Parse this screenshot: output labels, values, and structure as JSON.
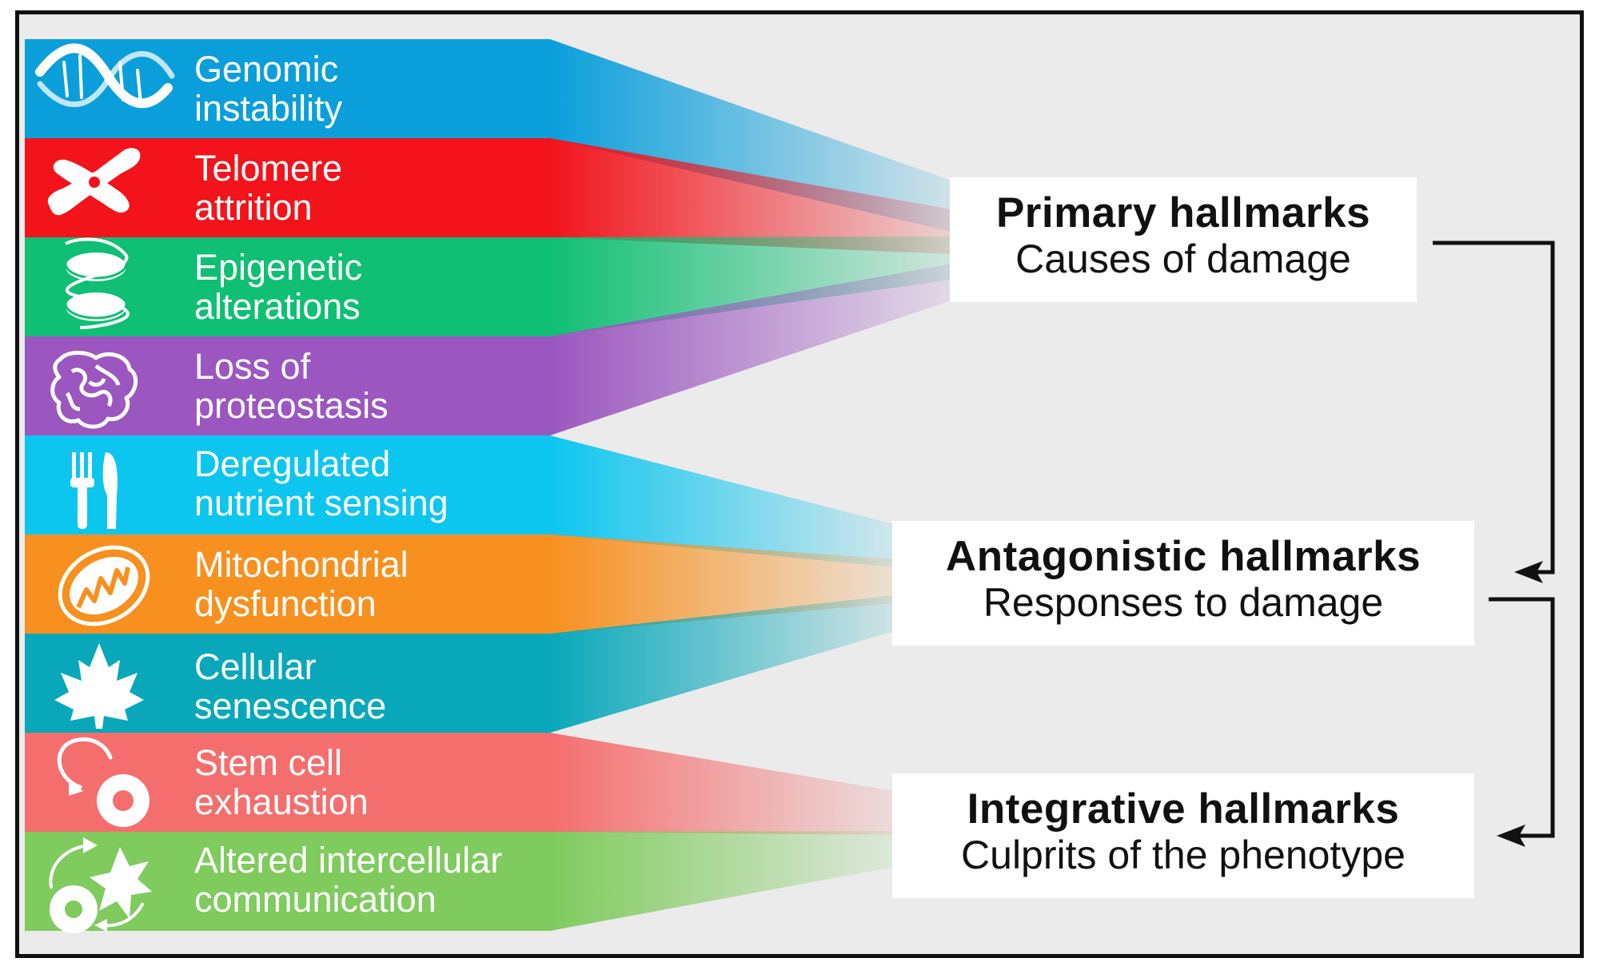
{
  "bands": [
    {
      "line1": "Genomic",
      "line2": "instability",
      "color": "#0a9fdb",
      "icon": "dna-helix-icon"
    },
    {
      "line1": "Telomere",
      "line2": "attrition",
      "color": "#f2131b",
      "icon": "chromosome-icon"
    },
    {
      "line1": "Epigenetic",
      "line2": "alterations",
      "color": "#0fbf73",
      "icon": "nucleosome-icon"
    },
    {
      "line1": "Loss of",
      "line2": "proteostasis",
      "color": "#9b57bf",
      "icon": "protein-icon"
    },
    {
      "line1": "Deregulated",
      "line2": "nutrient sensing",
      "color": "#0cc6ef",
      "icon": "fork-knife-icon"
    },
    {
      "line1": "Mitochondrial",
      "line2": "dysfunction",
      "color": "#f7901e",
      "icon": "mitochondrion-icon"
    },
    {
      "line1": "Cellular",
      "line2": "senescence",
      "color": "#08a8ba",
      "icon": "maple-leaf-icon"
    },
    {
      "line1": "Stem cell",
      "line2": "exhaustion",
      "color": "#f56e6e",
      "icon": "stem-cell-icon"
    },
    {
      "line1": "Altered intercellular",
      "line2": "communication",
      "color": "#7fcb5e",
      "icon": "cell-communication-icon"
    }
  ],
  "groups": [
    {
      "title": "Primary hallmarks",
      "subtitle": "Causes of damage"
    },
    {
      "title": "Antagonistic hallmarks",
      "subtitle": "Responses to damage"
    },
    {
      "title": "Integrative hallmarks",
      "subtitle": "Culprits of the phenotype"
    }
  ]
}
